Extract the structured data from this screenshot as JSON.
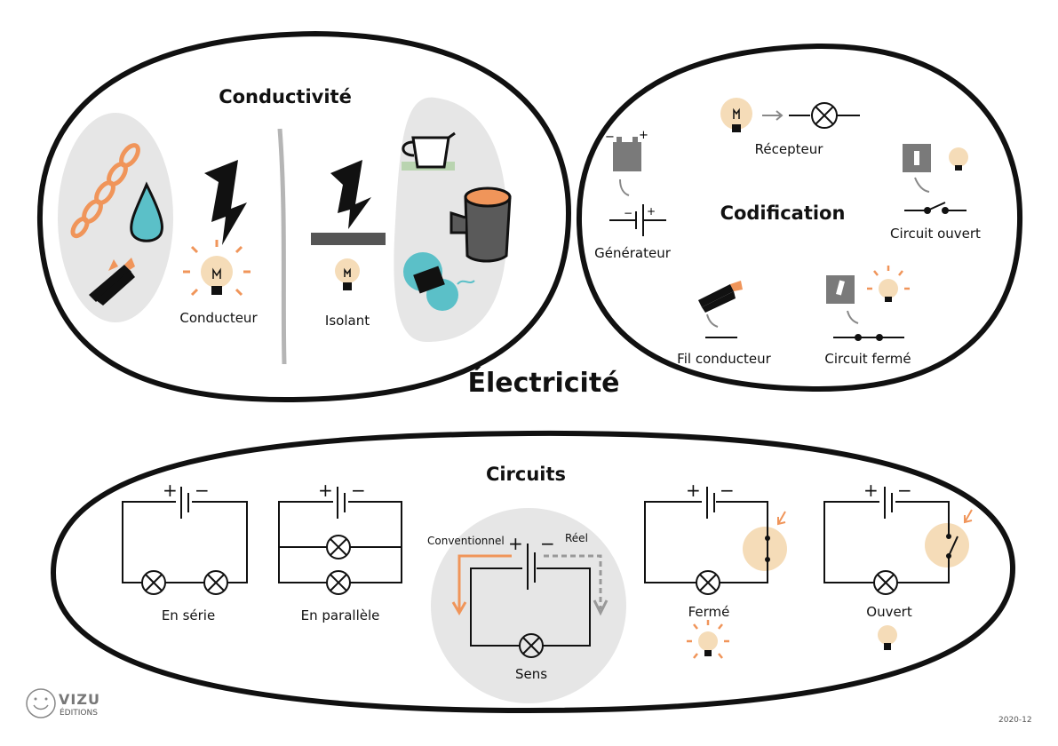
{
  "main_title": "Électricité",
  "conductivity": {
    "title": "Conductivité",
    "conductor_label": "Conducteur",
    "insulator_label": "Isolant"
  },
  "codification": {
    "title": "Codification",
    "receiver_label": "Récepteur",
    "generator_label": "Générateur",
    "open_circuit_label": "Circuit ouvert",
    "wire_label": "Fil conducteur",
    "closed_circuit_label": "Circuit fermé"
  },
  "circuits": {
    "title": "Circuits",
    "series_label": "En série",
    "parallel_label": "En parallèle",
    "direction_label": "Sens",
    "conventional_label": "Conventionnel",
    "real_label": "Réel",
    "closed_label": "Fermé",
    "open_label": "Ouvert",
    "plus_sign": "+",
    "minus_sign": "−"
  },
  "footer": {
    "logo_text": "VIZU",
    "logo_sub": "ÉDITIONS",
    "date": "2020-12"
  },
  "colors": {
    "accent": "#f0955a",
    "bulb_bg": "#f5dcb8",
    "grey_bg": "#e6e6e6",
    "teal": "#5bc0c8"
  }
}
